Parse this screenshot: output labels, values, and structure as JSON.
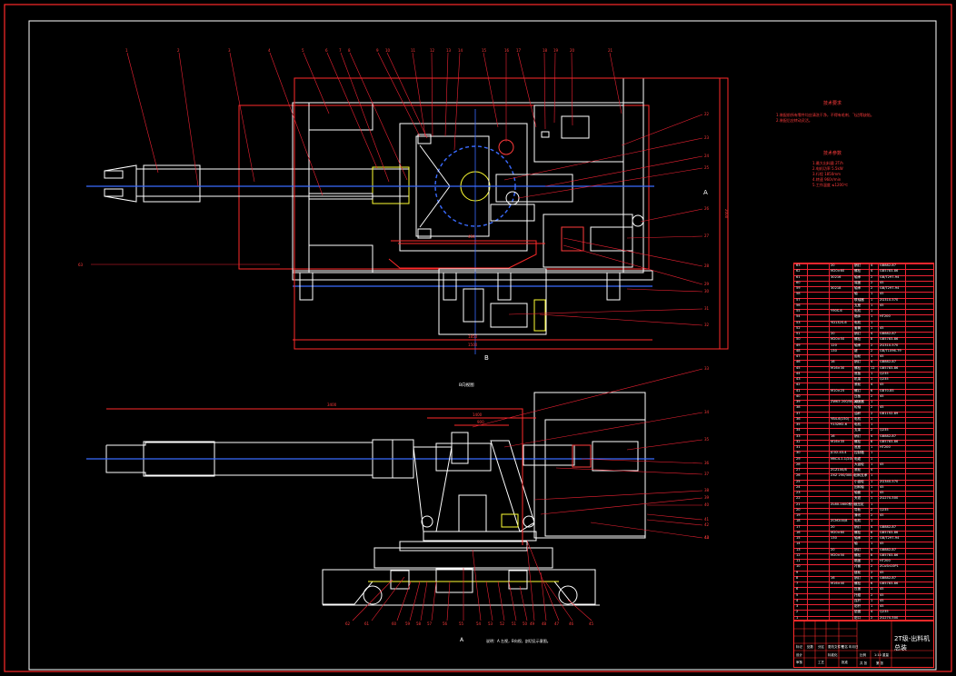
{
  "view_labels": {
    "a_side": "A",
    "b_side": "B",
    "b_view_caption": "B向视图",
    "a_view_letter": "A",
    "a_view_caption": "说明：A 左视，B向视，剖切见示意图。"
  },
  "dims": {
    "top_width": "1500",
    "top_height": "2000",
    "top_bottom": "1850",
    "side_length": "3400",
    "side_a": "1400",
    "side_b": "900",
    "side_c": "450"
  },
  "callouts_top": [
    "1",
    "2",
    "3",
    "4",
    "5",
    "6",
    "7",
    "8",
    "9",
    "10",
    "11",
    "12",
    "13",
    "14",
    "15",
    "16",
    "17",
    "18",
    "19",
    "20",
    "21"
  ],
  "callouts_right_top": [
    "22",
    "23",
    "24",
    "25",
    "26",
    "27",
    "28",
    "29",
    "30",
    "31",
    "32"
  ],
  "callouts_right_side": [
    "33",
    "34",
    "35",
    "36",
    "37",
    "38",
    "39",
    "40",
    "41",
    "42",
    "43",
    "44"
  ],
  "callouts_bottom": [
    "62",
    "61",
    "60",
    "59",
    "58",
    "57",
    "56",
    "55",
    "54",
    "53",
    "52",
    "51",
    "50",
    "49",
    "48",
    "47",
    "46",
    "45"
  ],
  "callout_left": "63",
  "tech_notes": {
    "title1": "技术要求",
    "lines1": [
      "1.装配前所有零件均应清洗干净，不得有毛刺、飞边等缺陷。",
      "2.装配后应转动灵活。"
    ],
    "title2": "技术参数",
    "lines2": [
      "1.最大出料量 2T/h",
      "2.电机功率 5.5kW",
      "3.行程 1850mm",
      "4.转速 960r/min",
      "5.工作温度 ≤1200℃"
    ]
  },
  "bom": [
    [
      "63",
      "",
      "20",
      "销钉",
      "4",
      "GB882-87",
      ""
    ],
    [
      "62",
      "",
      "M20×60",
      "螺栓",
      "4",
      "GB5783-86",
      ""
    ],
    [
      "61",
      "",
      "30216",
      "轴承",
      "2",
      "GB/T297-94",
      ""
    ],
    [
      "60",
      "",
      "",
      "端盖",
      "2",
      "45",
      ""
    ],
    [
      "59",
      "",
      "30218",
      "轴承",
      "2",
      "GB/T297-94",
      ""
    ],
    [
      "58",
      "",
      "",
      "轴",
      "1",
      "45",
      ""
    ],
    [
      "57",
      "",
      "",
      "联轴器",
      "1",
      "ZG310-570",
      ""
    ],
    [
      "56",
      "",
      "",
      "支座",
      "1",
      "45",
      ""
    ],
    [
      "55",
      "",
      "Y90S-6",
      "电机",
      "1",
      "",
      ""
    ],
    [
      "54",
      "",
      "",
      "箱体",
      "1",
      "HT200",
      ""
    ],
    [
      "53",
      "",
      "YD132S-6",
      "电机",
      "1",
      "",
      ""
    ],
    [
      "52",
      "",
      "",
      "套筒",
      "1",
      "45",
      ""
    ],
    [
      "51",
      "",
      "20",
      "销钉",
      "4",
      "GB882-87",
      ""
    ],
    [
      "50",
      "",
      "M20×50",
      "螺栓",
      "8",
      "GB5783-86",
      ""
    ],
    [
      "49",
      "",
      "120",
      "轴承",
      "2",
      "ZG310-570",
      ""
    ],
    [
      "48",
      "",
      "130",
      "键",
      "2",
      "GB/T1096-79",
      ""
    ],
    [
      "47",
      "",
      "",
      "齿轮",
      "1",
      "45",
      ""
    ],
    [
      "46",
      "",
      "16",
      "销钉",
      "4",
      "GB882-87",
      ""
    ],
    [
      "45",
      "",
      "M16×30",
      "螺栓",
      "12",
      "GB5783-86",
      ""
    ],
    [
      "44",
      "",
      "",
      "底板",
      "1",
      "Q235",
      ""
    ],
    [
      "43",
      "",
      "",
      "机架",
      "1",
      "Q235",
      ""
    ],
    [
      "42",
      "",
      "",
      "滚轮",
      "4",
      "45",
      ""
    ],
    [
      "41",
      "",
      "M10×25",
      "螺钉",
      "6",
      "GB70-85",
      ""
    ],
    [
      "40",
      "",
      "",
      "压板",
      "2",
      "45",
      ""
    ],
    [
      "39",
      "",
      "ZWK5 200/50-43",
      "减速器",
      "1",
      "",
      ""
    ],
    [
      "38",
      "",
      "",
      "轮轴",
      "2",
      "45",
      ""
    ],
    [
      "37",
      "",
      "",
      "油杯",
      "2",
      "GB1152-89",
      ""
    ],
    [
      "36",
      "",
      "YB4-6(150)",
      "电机",
      "1",
      "",
      ""
    ],
    [
      "35",
      "",
      "Y132M2-6",
      "电机",
      "1",
      "",
      ""
    ],
    [
      "34",
      "",
      "",
      "支架",
      "2",
      "Q235",
      ""
    ],
    [
      "33",
      "",
      "16",
      "销钉",
      "4",
      "GB882-87",
      ""
    ],
    [
      "32",
      "",
      "M16×35",
      "螺栓",
      "8",
      "GB5783-86",
      ""
    ],
    [
      "31",
      "",
      "",
      "底座",
      "1",
      "HT200",
      ""
    ],
    [
      "30",
      "",
      "JC02-43-4",
      "控制箱",
      "1",
      "",
      ""
    ],
    [
      "29",
      "",
      "MKC4-1.1/200",
      "电缆",
      "1",
      "",
      ""
    ],
    [
      "28",
      "",
      "",
      "大齿轮",
      "1",
      "45",
      ""
    ],
    [
      "27",
      "",
      "ZCZ100/8",
      "滚轮",
      "4",
      "",
      ""
    ],
    [
      "26",
      "",
      "ZXZ 250/300-4",
      "回转支承",
      "1",
      "",
      ""
    ],
    [
      "25",
      "",
      "",
      "小齿轮",
      "1",
      "ZG340-570",
      ""
    ],
    [
      "24",
      "",
      "",
      "回转轴",
      "1",
      "45",
      ""
    ],
    [
      "23",
      "",
      "",
      "轴套",
      "1",
      "45",
      ""
    ],
    [
      "22",
      "",
      "",
      "夹钳",
      "1",
      "ZG270-500",
      ""
    ],
    [
      "21",
      "",
      "ZL80-1600系列",
      "液压缸",
      "1",
      "",
      ""
    ],
    [
      "20",
      "",
      "",
      "导轨",
      "2",
      "Q235",
      ""
    ],
    [
      "19",
      "",
      "",
      "滑块",
      "2",
      "45",
      ""
    ],
    [
      "18",
      "",
      "ZCM200/8",
      "电机",
      "1",
      "",
      ""
    ],
    [
      "17",
      "",
      "20",
      "销钉",
      "4",
      "GB882-87",
      ""
    ],
    [
      "16",
      "",
      "M20×60",
      "螺栓",
      "8",
      "GB5783-86",
      ""
    ],
    [
      "15",
      "",
      "130",
      "轴承",
      "2",
      "GB/T297-94",
      ""
    ],
    [
      "14",
      "",
      "",
      "轴",
      "1",
      "45",
      ""
    ],
    [
      "13",
      "",
      "20",
      "销钉",
      "4",
      "GB882-87",
      ""
    ],
    [
      "12",
      "",
      "M20×50",
      "螺栓",
      "8",
      "GB5783-86",
      ""
    ],
    [
      "11",
      "",
      "",
      "箱盖",
      "1",
      "HT200",
      ""
    ],
    [
      "10",
      "",
      "",
      "衬套",
      "2",
      "ZCuSn10P1",
      ""
    ],
    [
      "9",
      "",
      "",
      "链轮",
      "2",
      "45",
      ""
    ],
    [
      "8",
      "",
      "16",
      "销钉",
      "4",
      "GB882-87",
      ""
    ],
    [
      "7",
      "",
      "M16×40",
      "螺栓",
      "6",
      "GB5783-86",
      ""
    ],
    [
      "6",
      "",
      "",
      "压盖",
      "1",
      "45",
      ""
    ],
    [
      "5",
      "",
      "",
      "托辊",
      "2",
      "45",
      ""
    ],
    [
      "4",
      "",
      "",
      "连杆",
      "1",
      "45",
      ""
    ],
    [
      "3",
      "",
      "",
      "钳杆",
      "1",
      "45",
      ""
    ],
    [
      "2",
      "",
      "",
      "垫圈",
      "4",
      "Q235",
      ""
    ],
    [
      "1",
      "",
      "",
      "钳口",
      "2",
      "ZG270-500",
      ""
    ]
  ],
  "title_block": {
    "title": "2T级-出料机总装",
    "scale": "1:10",
    "fields": [
      "标记",
      "处数",
      "分区",
      "更改文件号",
      "签名",
      "年月日",
      "设计",
      "标准化",
      "审核",
      "工艺",
      "批准",
      "比例",
      "重量",
      "共 张",
      "第 张"
    ]
  }
}
